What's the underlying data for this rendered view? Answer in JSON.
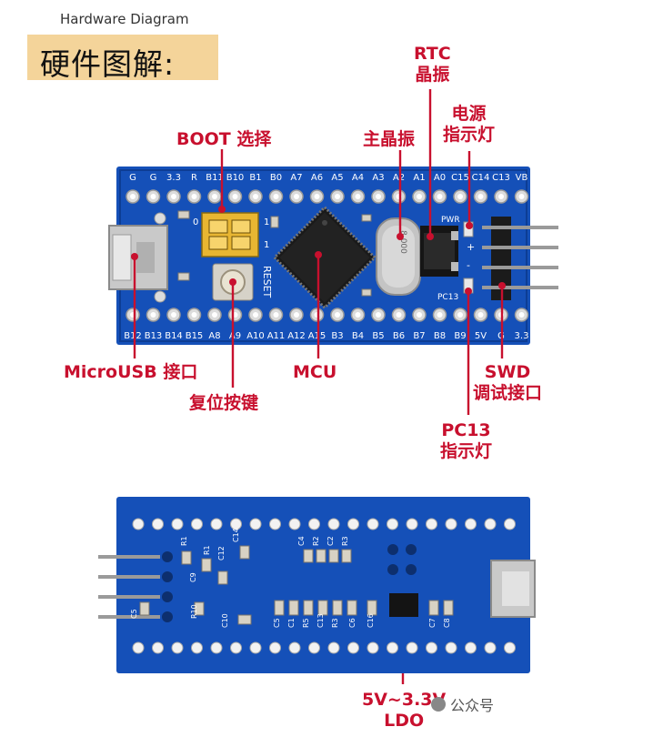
{
  "caption": "Hardware Diagram",
  "title": "硬件图解:",
  "top_pins": [
    "G",
    "G",
    "3.3",
    "R",
    "B11",
    "B10",
    "B1",
    "B0",
    "A7",
    "A6",
    "A5",
    "A4",
    "A3",
    "A2",
    "A1",
    "A0",
    "C15",
    "C14",
    "C13",
    "VB"
  ],
  "bottom_pins": [
    "B12",
    "B13",
    "B14",
    "B15",
    "A8",
    "A9",
    "A10",
    "A11",
    "A12",
    "A15",
    "B3",
    "B4",
    "B5",
    "B6",
    "B7",
    "B8",
    "B9",
    "5V",
    "G",
    "3.3"
  ],
  "board_marks": {
    "reset": "RESET",
    "pwr": "PWR",
    "pc13": "PC13",
    "boot_zero": "0",
    "boot_one_a": "1",
    "boot_one_b": "1",
    "plus": "+",
    "minus": "-",
    "crystal": "8.000"
  },
  "bottom_board_marks": [
    "R1",
    "C9",
    "R1",
    "C12",
    "C14",
    "C4",
    "R2",
    "C2",
    "R3",
    "C5",
    "C1",
    "R5",
    "C13",
    "R3",
    "C5",
    "R10",
    "C10",
    "C6",
    "C16",
    "C7",
    "C8"
  ],
  "labels": {
    "rtc": [
      "RTC",
      "晶振"
    ],
    "power_led": [
      "电源",
      "指示灯"
    ],
    "boot": [
      "BOOT 选择"
    ],
    "main_crystal": [
      "主晶振"
    ],
    "microusb": [
      "MicroUSB 接口"
    ],
    "mcu": [
      "MCU"
    ],
    "swd": [
      "SWD",
      "调试接口"
    ],
    "reset_btn": [
      "复位按键"
    ],
    "pc13_led": [
      "PC13",
      "指示灯"
    ],
    "ldo": [
      "5V~3.3V",
      "LDO"
    ]
  },
  "watermark": "公众号",
  "colors": {
    "board": "#1550b8",
    "board_dark": "#0d3d94",
    "pad": "#d9d9d9",
    "leader": "#c8102e",
    "title_bg": "#f4d49a"
  }
}
